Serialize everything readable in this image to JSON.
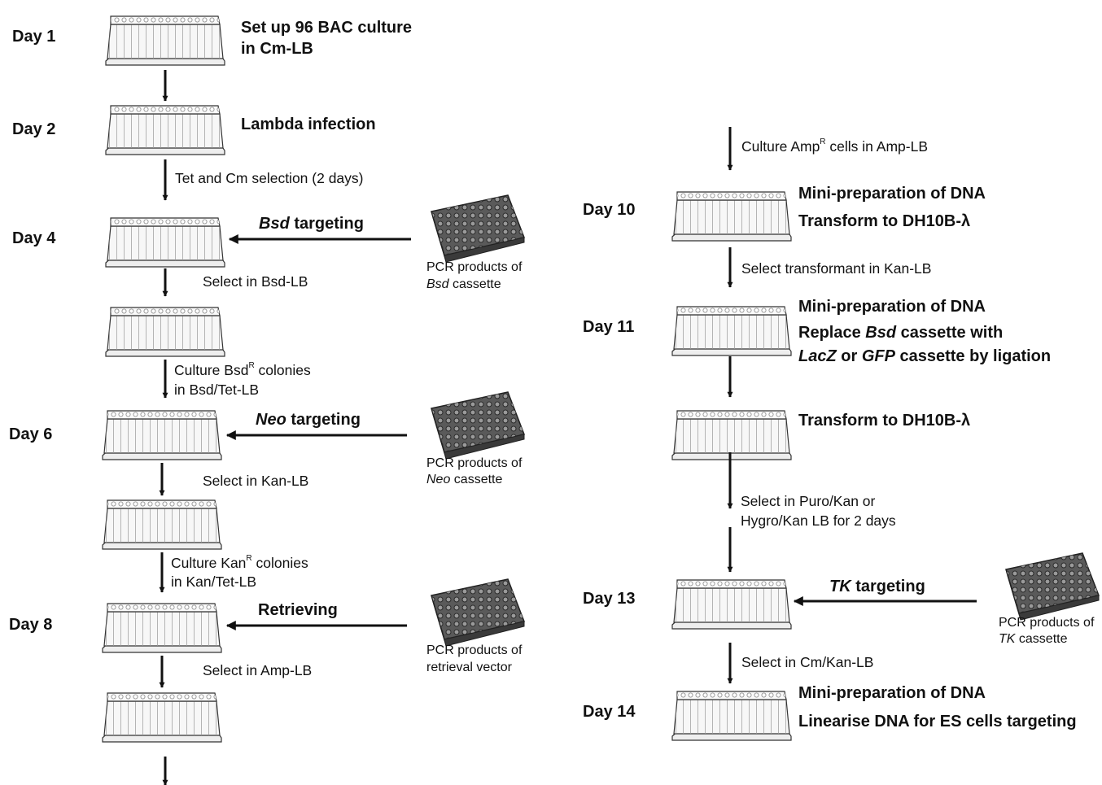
{
  "days": {
    "d1": "Day 1",
    "d2": "Day 2",
    "d4": "Day 4",
    "d6": "Day 6",
    "d8": "Day 8",
    "d10": "Day 10",
    "d11": "Day 11",
    "d13": "Day 13",
    "d14": "Day 14"
  },
  "steps": {
    "setup_l1": "Set up 96 BAC culture",
    "setup_l2": "in Cm-LB",
    "lambda": "Lambda infection",
    "bsd_gene": "Bsd",
    "neo_gene": "Neo",
    "tk_gene": "TK",
    "targeting": " targeting",
    "retrieving": "Retrieving",
    "miniprep": "Mini-preparation of DNA",
    "transform": "Transform to DH10B-λ",
    "replace_pre": "Replace ",
    "replace_post": " cassette with",
    "lacz": "LacZ",
    "or": " or ",
    "gfp": "GFP",
    "ligation": " cassette by ligation",
    "linearise": "Linearise DNA for ES cells targeting"
  },
  "notes": {
    "tet_cm": "Tet and Cm selection (2 days)",
    "sel_bsd": "Select in Bsd-LB",
    "culture": "Culture ",
    "bsd": "Bsd",
    "kan": "Kan",
    "amp": "Amp",
    "sup_r": "R",
    "colonies": " colonies",
    "in_bsd_tet": "in Bsd/Tet-LB",
    "sel_kan": "Select in Kan-LB",
    "in_kan_tet": "in Kan/Tet-LB",
    "sel_amp": "Select in Amp-LB",
    "cells_amp": " cells in Amp-LB",
    "sel_transformant": "Select transformant in Kan-LB",
    "sel_puro_l1": "Select in Puro/Kan or",
    "sel_puro_l2": "Hygro/Kan LB for 2 days",
    "sel_cm_kan": "Select in Cm/Kan-LB"
  },
  "pcr": {
    "products_of": "PCR products of",
    "bsd": "Bsd",
    "neo": "Neo",
    "tk": "TK",
    "cassette": " cassette",
    "retrieval_vector": "retrieval vector"
  },
  "colors": {
    "ink": "#111111",
    "plate_dark": "#444444",
    "plate_light": "#f4f4f4"
  }
}
